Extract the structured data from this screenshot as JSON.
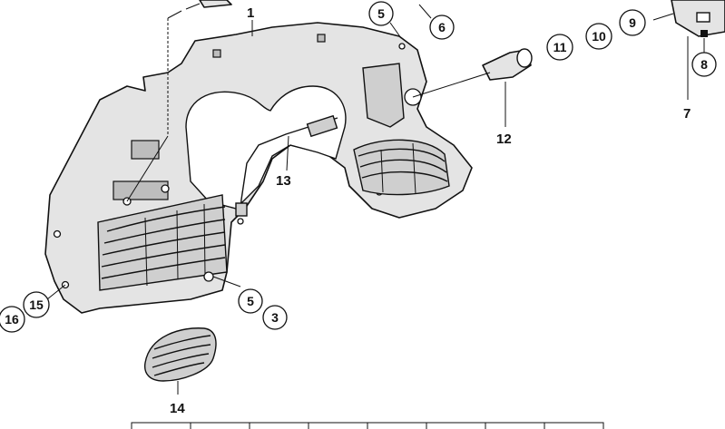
{
  "diagram": {
    "callouts": [
      {
        "id": "c1",
        "text": "1"
      },
      {
        "id": "c3",
        "text": "3"
      },
      {
        "id": "c5a",
        "text": "5"
      },
      {
        "id": "c5b",
        "text": "5"
      },
      {
        "id": "c6",
        "text": "6"
      },
      {
        "id": "c7",
        "text": "7"
      },
      {
        "id": "c8",
        "text": "8"
      },
      {
        "id": "c9",
        "text": "9"
      },
      {
        "id": "c10",
        "text": "10"
      },
      {
        "id": "c11",
        "text": "11"
      },
      {
        "id": "c12",
        "text": "12"
      },
      {
        "id": "c13",
        "text": "13"
      },
      {
        "id": "c14",
        "text": "14"
      },
      {
        "id": "c15",
        "text": "15"
      },
      {
        "id": "c16",
        "text": "16"
      }
    ]
  }
}
